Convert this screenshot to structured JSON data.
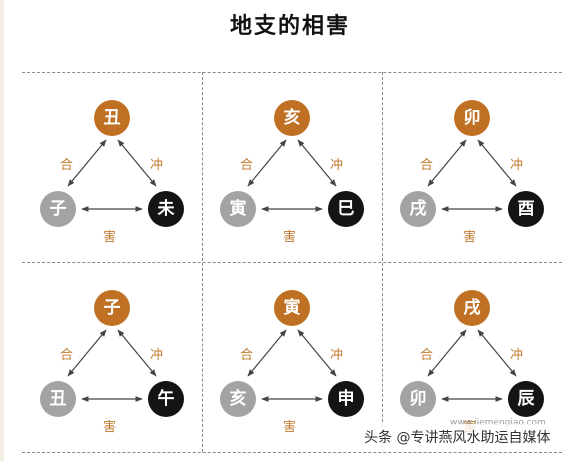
{
  "title": "地支的相害",
  "relation_labels": {
    "combine": "合",
    "clash": "冲",
    "harm": "害"
  },
  "colors": {
    "top_node": "#bf7023",
    "left_node": "#a3a3a3",
    "right_node": "#141414",
    "label": "#c17a2e"
  },
  "groups": [
    {
      "top": "丑",
      "left": "子",
      "right": "未"
    },
    {
      "top": "亥",
      "left": "寅",
      "right": "巳"
    },
    {
      "top": "卯",
      "left": "戌",
      "right": "酉"
    },
    {
      "top": "子",
      "left": "丑",
      "right": "午"
    },
    {
      "top": "寅",
      "left": "亥",
      "right": "申"
    },
    {
      "top": "戌",
      "left": "卯",
      "right": "辰"
    }
  ],
  "watermark": {
    "text": "头条 @专讲燕风水助运自媒体",
    "site": "www.jiemengiao.com",
    "logo_text": "解梦佬"
  }
}
